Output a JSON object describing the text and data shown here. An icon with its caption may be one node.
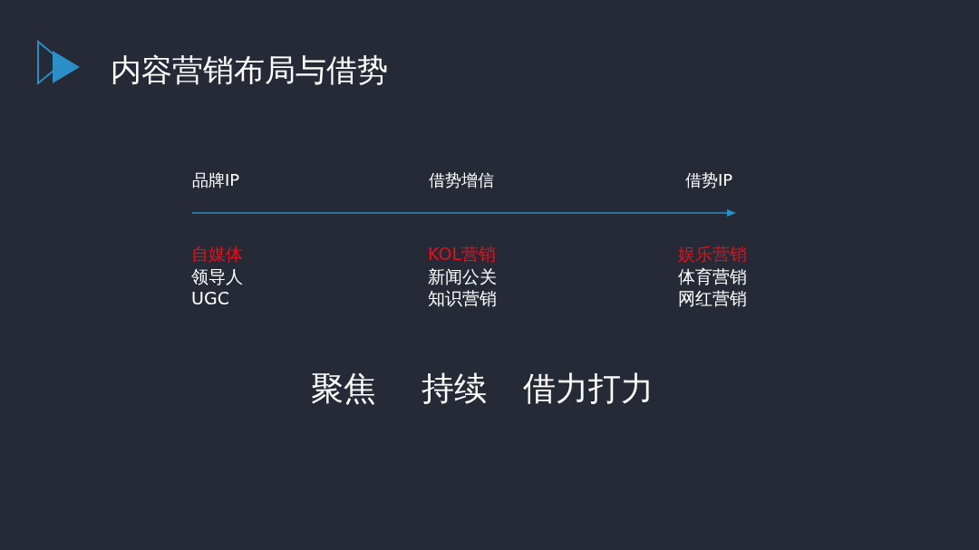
{
  "diagram": {
    "title": "内容营销布局与借势",
    "labels": [
      "品牌IP",
      "借势增信",
      "借势IP",
      "自媒体",
      "领导人",
      "UGC",
      "KOL营销",
      "新闻公关",
      "知识营销",
      "娱乐营销",
      "体育营销",
      "网红营销",
      "聚焦",
      "持续",
      "借力打力"
    ]
  }
}
